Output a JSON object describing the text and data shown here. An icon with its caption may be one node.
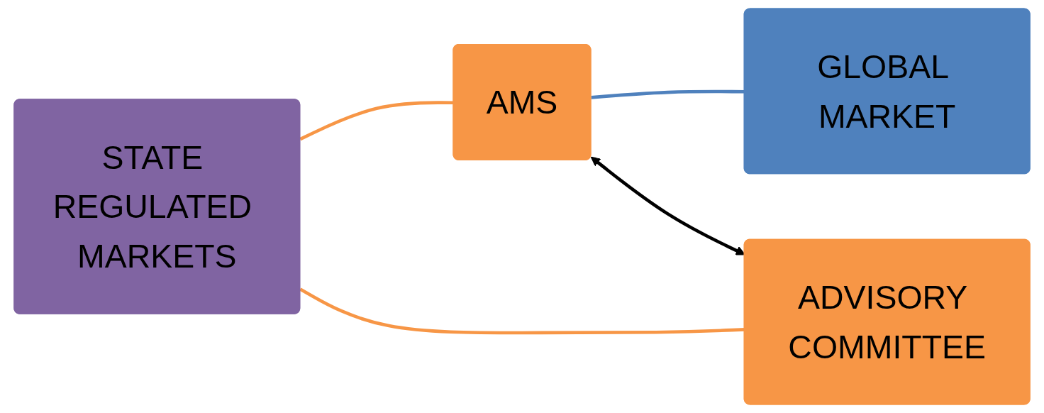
{
  "diagram": {
    "nodes": [
      {
        "text": [
          "STATE REGULATED MARKETS"
        ]
      },
      {
        "text": [
          "AMS"
        ]
      },
      {
        "text": [
          "GLOBAL MARKET"
        ]
      },
      {
        "text": [
          "ADVISORY COMMITTEE"
        ]
      }
    ],
    "edges": [
      {
        "from": 0,
        "to": 1,
        "arrow": "none"
      },
      {
        "from": 0,
        "to": 3,
        "arrow": "none"
      },
      {
        "from": 1,
        "to": 2,
        "arrow": "none",
        "color": "#4f81bd"
      },
      {
        "from": 1,
        "to": 3,
        "arrow": "both",
        "color": "#000000"
      }
    ]
  }
}
